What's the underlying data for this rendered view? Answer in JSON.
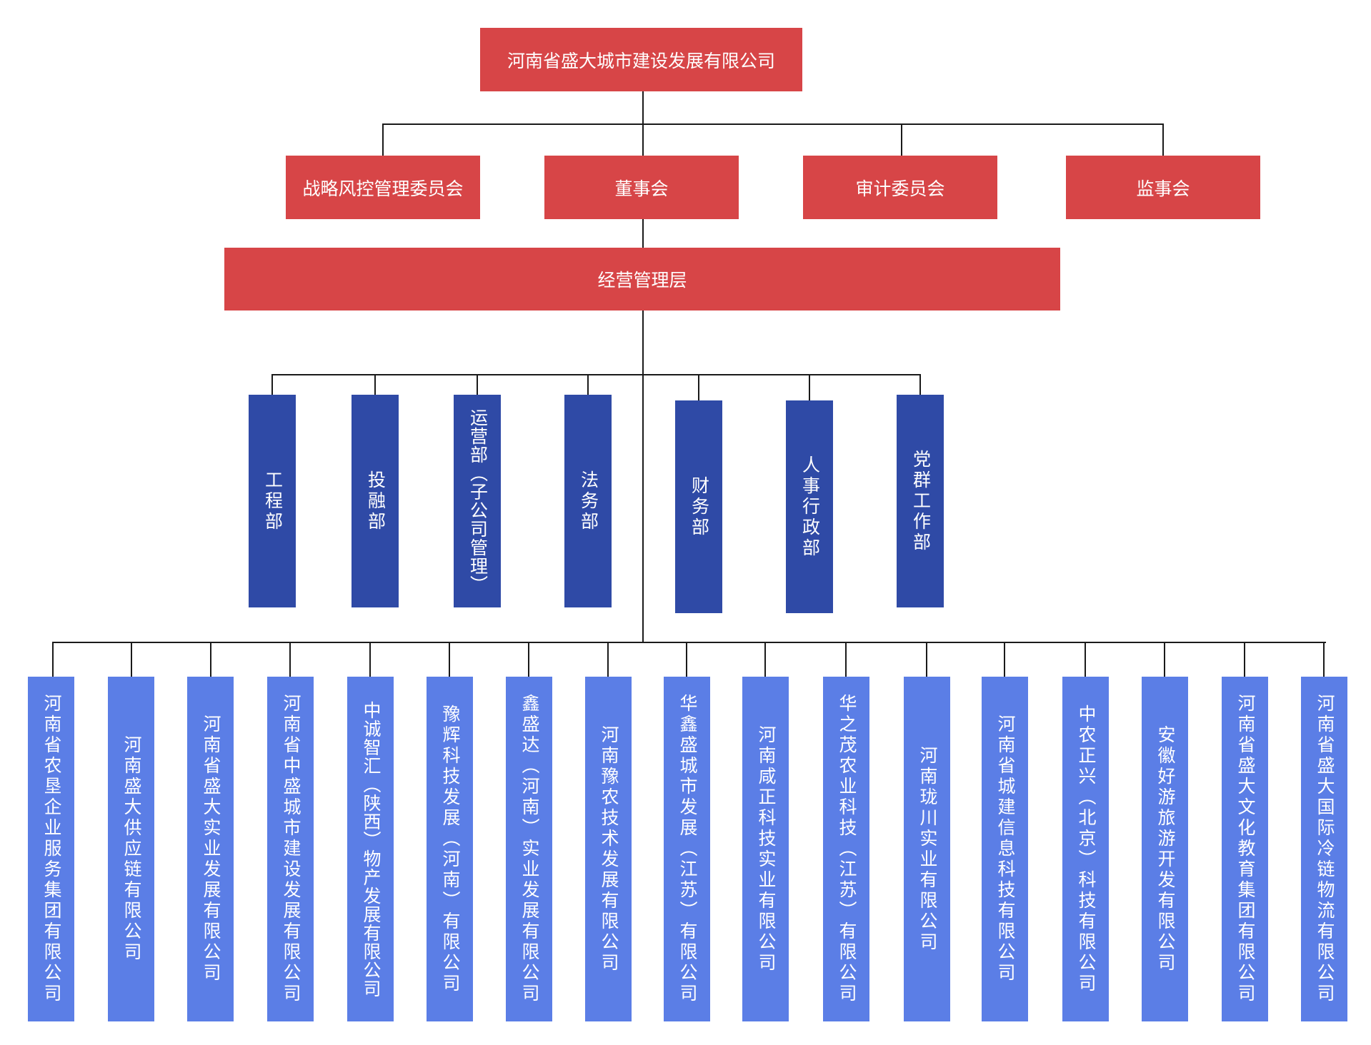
{
  "top": "河南省盛大城市建设发展有限公司",
  "board_level": [
    "战略风控管理委员会",
    "董事会",
    "审计委员会",
    "监事会"
  ],
  "management": "经营管理层",
  "departments": [
    "工程部",
    "投融部",
    "运营部（子公司管理）",
    "法务部",
    "财务部",
    "人事行政部",
    "党群工作部"
  ],
  "subsidiaries": [
    "河南省农垦企业服务集团有限公司",
    "河南盛大供应链有限公司",
    "河南省盛大实业发展有限公司",
    "河南省中盛城市建设发展有限公司",
    "中诚智汇（陕西）物产发展有限公司",
    "豫辉科技发展（河南）有限公司",
    "鑫盛达（河南）实业发展有限公司",
    "河南豫农技术发展有限公司",
    "华鑫盛城市发展（江苏）有限公司",
    "河南咸正科技实业有限公司",
    "华之茂农业科技（江苏）有限公司",
    "河南珑川实业有限公司",
    "河南省城建信息科技有限公司",
    "中农正兴（北京）科技有限公司",
    "安徽好游旅游开发有限公司",
    "河南省盛大文化教育集团有限公司",
    "河南省盛大国际冷链物流有限公司"
  ],
  "colors": {
    "red": "#d74547",
    "department_blue": "#2f4aa6",
    "subsidiary_blue": "#5b7ee6",
    "line": "#1a1a1a"
  }
}
